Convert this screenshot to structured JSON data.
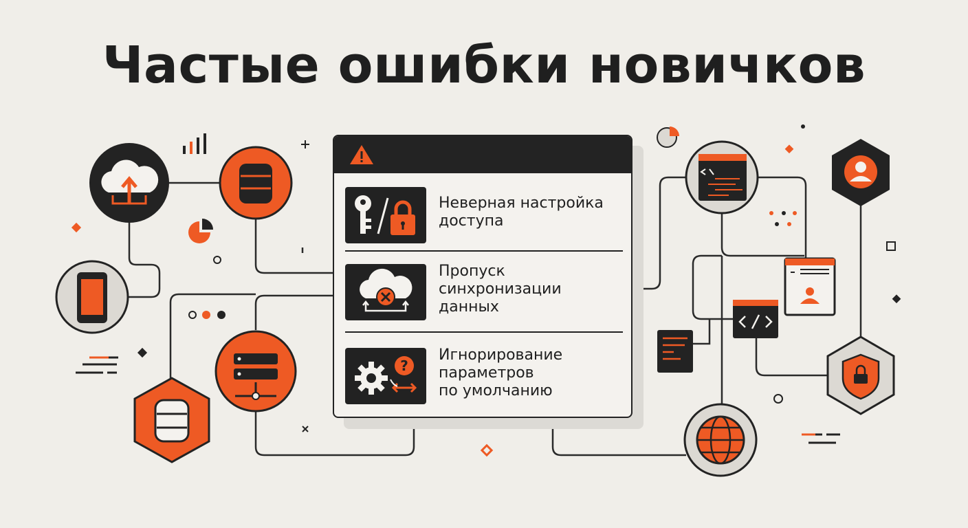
{
  "title": "Частые ошибки новичков",
  "panel": {
    "header_icon": "warning-triangle-icon",
    "items": [
      {
        "icon": "key-lock-icon",
        "text": "Неверная настройка\nдоступа"
      },
      {
        "icon": "cloud-sync-error-icon",
        "text": "Пропуск\nсинхронизации\nданных"
      },
      {
        "icon": "gear-question-icon",
        "text": "Игнорирование\nпараметров\nпо умолчанию"
      }
    ]
  },
  "nodes": [
    "cloud-upload-icon",
    "database-icon",
    "smartphone-icon",
    "server-rack-icon",
    "database-hexagon-icon",
    "code-window-icon",
    "user-hexagon-icon",
    "profile-window-icon",
    "code-tag-icon",
    "document-icon",
    "shield-lock-icon",
    "globe-icon"
  ],
  "colors": {
    "accent": "#ee5a24",
    "dark": "#232323",
    "light": "#dcd9d3",
    "background": "#f0eee9"
  }
}
